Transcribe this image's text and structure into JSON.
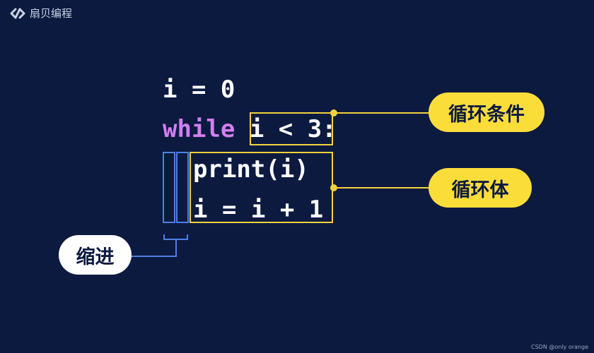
{
  "brand": {
    "icon": "code-link-icon",
    "name": "扇贝编程"
  },
  "code": {
    "line1": "i = 0",
    "line2_keyword": "while",
    "line2_condition": "i < 3",
    "line2_colon": ":",
    "line3": "print(i)",
    "line4": "i = i + 1"
  },
  "labels": {
    "condition": "循环条件",
    "body": "循环体",
    "indent": "缩进"
  },
  "colors": {
    "background": "#0c1a40",
    "keyword": "#d27ff0",
    "highlight_yellow": "#f2d23c",
    "indent_blue": "#4f7fe6"
  },
  "watermark": "CSDN @only orange"
}
